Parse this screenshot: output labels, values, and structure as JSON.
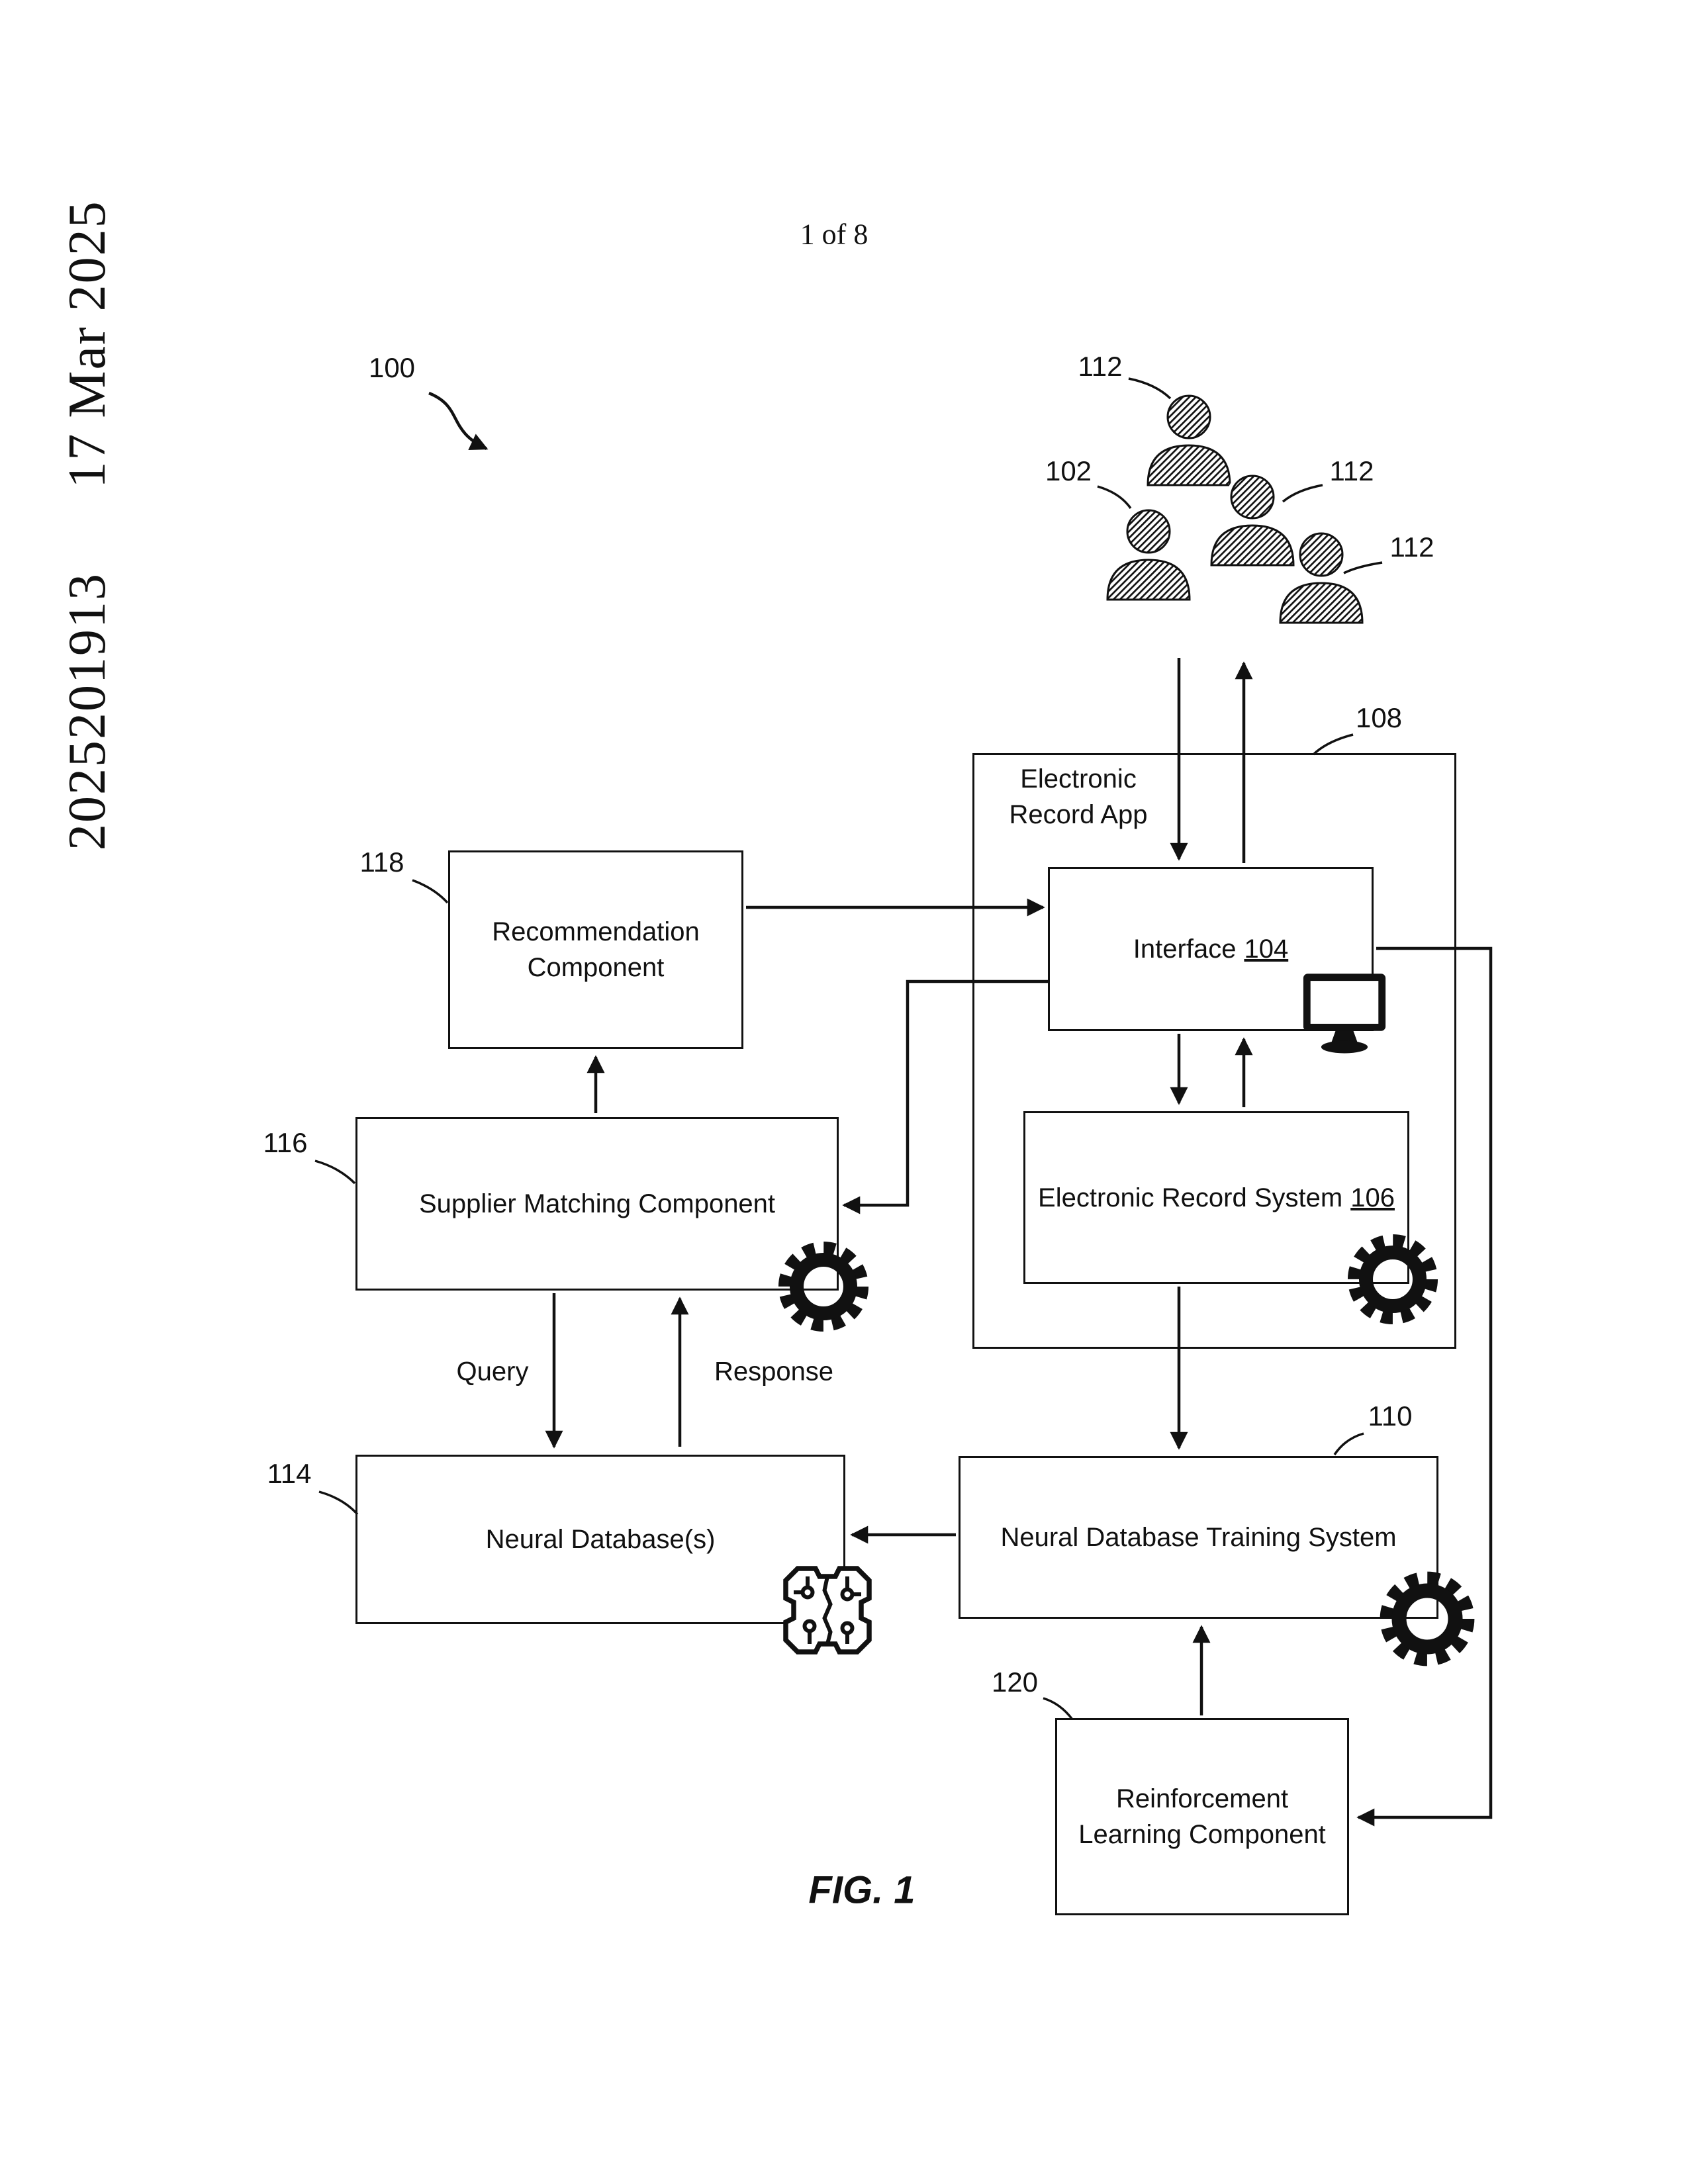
{
  "header": {
    "pub_number": "2025201913",
    "pub_date": "17 Mar 2025",
    "sheet": "1 of 8"
  },
  "figure": {
    "caption": "FIG. 1"
  },
  "refs": {
    "r100": "100",
    "r102": "102",
    "r108": "108",
    "r110": "110",
    "r112": "112",
    "r114": "114",
    "r116": "116",
    "r118": "118",
    "r120": "120"
  },
  "boxes": {
    "app": {
      "line1": "Electronic",
      "line2": "Record App"
    },
    "interface": {
      "label": "Interface",
      "num": "104"
    },
    "ers": {
      "label": "Electronic Record System",
      "num": "106"
    },
    "recommendation": {
      "line1": "Recommendation",
      "line2": "Component"
    },
    "supplier": {
      "label": "Supplier Matching Component"
    },
    "neural_db": {
      "label": "Neural Database(s)"
    },
    "training": {
      "label": "Neural Database Training System"
    },
    "rl": {
      "line1": "Reinforcement",
      "line2": "Learning Component"
    }
  },
  "edges": {
    "query": "Query",
    "response": "Response"
  },
  "icons": {
    "users": "user-silhouette",
    "gear": "gear",
    "monitor": "computer-monitor",
    "neural": "circuit-chip"
  },
  "colors": {
    "ink": "#111111",
    "paper": "#ffffff"
  }
}
